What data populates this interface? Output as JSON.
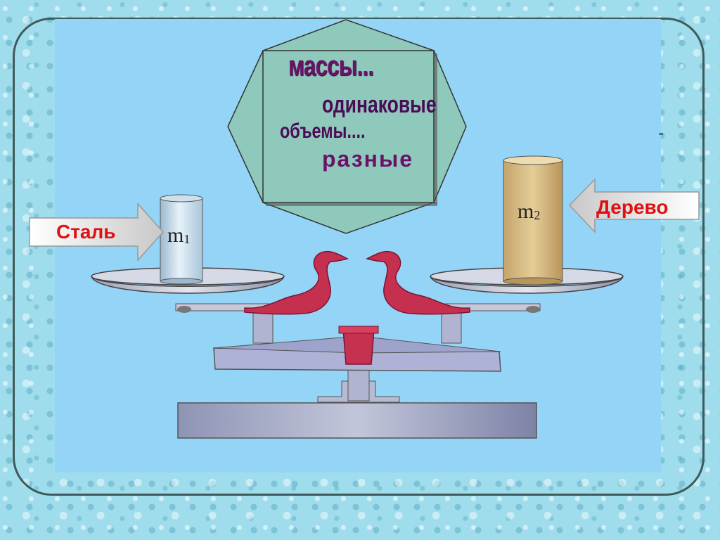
{
  "bubble": {
    "masses": "массы...",
    "same": "одинаковые",
    "volumes": "объемы....",
    "different": "разные"
  },
  "labels": {
    "steel": "Сталь",
    "wood": "Дерево"
  },
  "weights": {
    "m1_letter": "m",
    "m1_index": "1",
    "m2_letter": "m",
    "m2_index": "2"
  },
  "misc": {
    "dash": "-"
  },
  "colors": {
    "panel": "#94d5f7",
    "bubble": "#8fc9bb",
    "label_red": "#e01010",
    "text_purple": "#6a1268",
    "scale_red": "#c0304c",
    "scale_steel": "#a8acc8"
  }
}
